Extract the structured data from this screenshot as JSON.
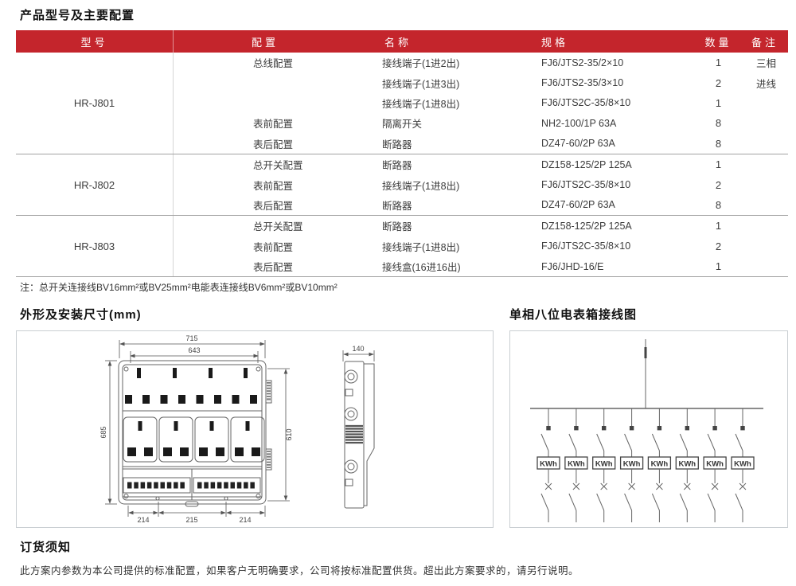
{
  "page": {
    "title": "产品型号及主要配置",
    "note": "注：总开关连接线BV16mm²或BV25mm²电能表连接线BV6mm²或BV10mm²",
    "dimensions_title": "外形及安装尺寸(mm)",
    "wiring_title": "单相八位电表箱接线图",
    "order_title": "订货须知",
    "order_text": "此方案内参数为本公司提供的标准配置，如果客户无明确要求，公司将按标准配置供货。超出此方案要求的，请另行说明。"
  },
  "colors": {
    "header_red": "#c4252c",
    "header_text": "#ffffff",
    "body_text": "#3c3c3c",
    "group_divider": "#a3a3a3",
    "drawing_stroke": "#666666"
  },
  "table": {
    "headers": [
      "型号",
      "配置",
      "名称",
      "规格",
      "数量",
      "备注"
    ],
    "groups": [
      {
        "model": "HR-J801",
        "rows": [
          {
            "config": "总线配置",
            "name": "接线端子(1进2出)",
            "spec": "FJ6/JTS2-35/2×10",
            "qty": "1",
            "remark": "三相"
          },
          {
            "config": "",
            "name": "接线端子(1进3出)",
            "spec": "FJ6/JTS2-35/3×10",
            "qty": "2",
            "remark": "进线"
          },
          {
            "config": "",
            "name": "接线端子(1进8出)",
            "spec": "FJ6/JTS2C-35/8×10",
            "qty": "1",
            "remark": ""
          },
          {
            "config": "表前配置",
            "name": "隔离开关",
            "spec": "NH2-100/1P 63A",
            "qty": "8",
            "remark": ""
          },
          {
            "config": "表后配置",
            "name": "断路器",
            "spec": "DZ47-60/2P 63A",
            "qty": "8",
            "remark": ""
          }
        ]
      },
      {
        "model": "HR-J802",
        "rows": [
          {
            "config": "总开关配置",
            "name": "断路器",
            "spec": "DZ158-125/2P 125A",
            "qty": "1",
            "remark": ""
          },
          {
            "config": "表前配置",
            "name": "接线端子(1进8出)",
            "spec": "FJ6/JTS2C-35/8×10",
            "qty": "2",
            "remark": ""
          },
          {
            "config": "表后配置",
            "name": "断路器",
            "spec": "DZ47-60/2P 63A",
            "qty": "8",
            "remark": ""
          }
        ]
      },
      {
        "model": "HR-J803",
        "rows": [
          {
            "config": "总开关配置",
            "name": "断路器",
            "spec": "DZ158-125/2P 125A",
            "qty": "1",
            "remark": ""
          },
          {
            "config": "表前配置",
            "name": "接线端子(1进8出)",
            "spec": "FJ6/JTS2C-35/8×10",
            "qty": "2",
            "remark": ""
          },
          {
            "config": "表后配置",
            "name": "接线盒(16进16出)",
            "spec": "FJ6/JHD-16/E",
            "qty": "1",
            "remark": ""
          }
        ]
      }
    ]
  },
  "front_view": {
    "width_outer": "715",
    "width_inner": "643",
    "height_left": "685",
    "height_right": "610",
    "bottom_dims": [
      "214",
      "215",
      "214"
    ]
  },
  "side_view": {
    "depth": "140"
  },
  "wiring": {
    "meter_label": "KWh",
    "branch_count": 8
  }
}
